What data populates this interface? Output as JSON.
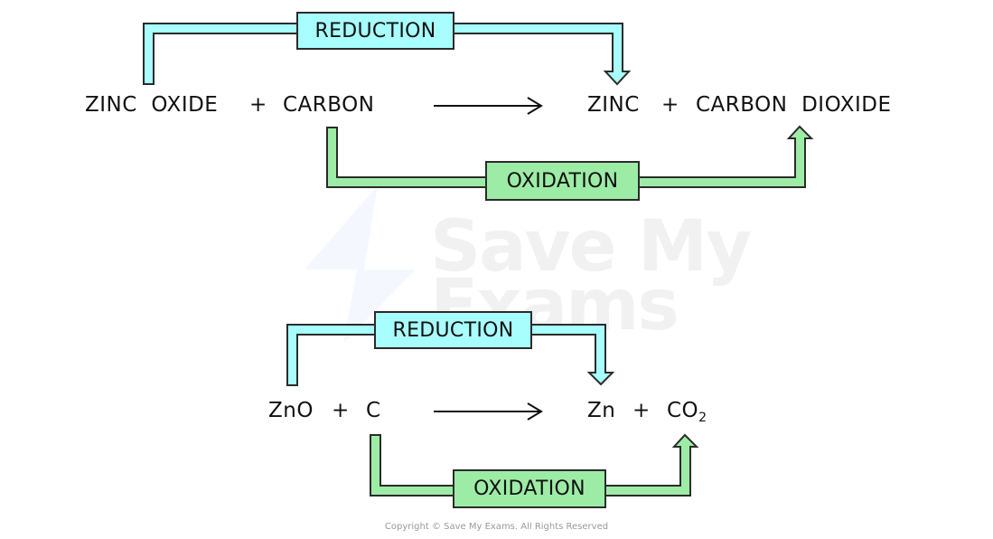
{
  "diagram": {
    "title": "Redox reaction of zinc oxide with carbon",
    "colors": {
      "reduction": "#a8fdfd",
      "oxidation": "#9deca6",
      "outline": "#2b2b2b",
      "watermark_bolt": "#f4f8fe",
      "watermark_text": "#f1f1f1"
    },
    "word_equation": {
      "reactant_1": "ZINC  OXIDE",
      "plus_1": "+",
      "reactant_2": "CARBON",
      "product_1": "ZINC",
      "plus_2": "+",
      "product_2": "CARBON  DIOXIDE",
      "reduction_label": "REDUCTION",
      "oxidation_label": "OXIDATION"
    },
    "symbol_equation": {
      "reactant_1": "ZnO",
      "plus_1": "+",
      "reactant_2": "C",
      "product_1": "Zn",
      "plus_2": "+",
      "product_2_base": "CO",
      "product_2_subscript": "2",
      "reduction_label": "REDUCTION",
      "oxidation_label": "OXIDATION"
    },
    "watermark": {
      "line1": "Save My",
      "line2": "Exams"
    },
    "copyright": "Copyright © Save My Exams. All Rights Reserved"
  }
}
